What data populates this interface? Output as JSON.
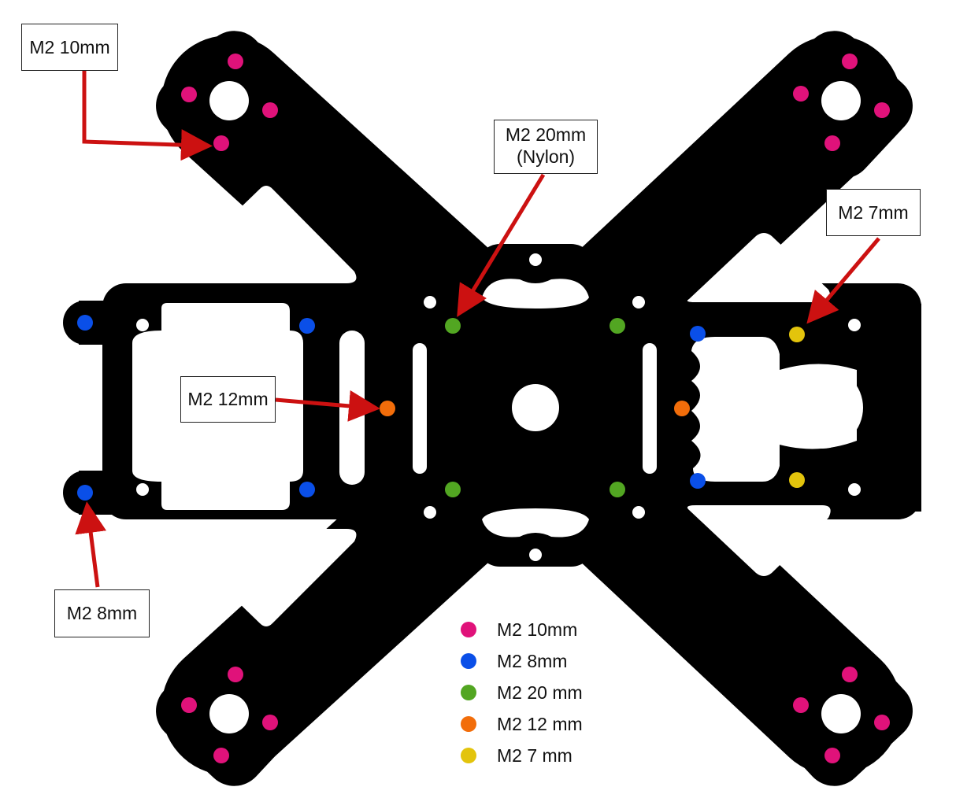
{
  "colors": {
    "frame": "#000000",
    "arrow": "#cc1111",
    "m2_10mm": "#e0127a",
    "m2_8mm": "#0a4fe8",
    "m2_20mm": "#52a622",
    "m2_12mm": "#f26d0a",
    "m2_7mm": "#e3c40c"
  },
  "callouts": {
    "top_left": "M2 10mm",
    "center_top_line1": "M2 20mm",
    "center_top_line2": "(Nylon)",
    "right": "M2 7mm",
    "left_mid": "M2 12mm",
    "bottom_left": "M2 8mm"
  },
  "legend": [
    {
      "label": "M2 10mm",
      "color": "#e0127a"
    },
    {
      "label": "M2 8mm",
      "color": "#0a4fe8"
    },
    {
      "label": "M2 20 mm",
      "color": "#52a622"
    },
    {
      "label": "M2 12 mm",
      "color": "#f26d0a"
    },
    {
      "label": "M2 7 mm",
      "color": "#e3c40c"
    }
  ]
}
